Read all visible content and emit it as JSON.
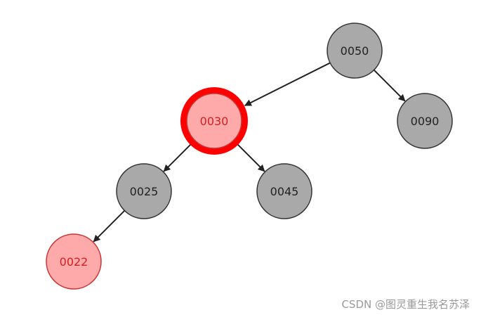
{
  "tree": {
    "nodes": [
      {
        "id": "0050",
        "label": "0050",
        "color": "black"
      },
      {
        "id": "0030",
        "label": "0030",
        "color": "red",
        "highlighted": true
      },
      {
        "id": "0090",
        "label": "0090",
        "color": "black"
      },
      {
        "id": "0025",
        "label": "0025",
        "color": "black"
      },
      {
        "id": "0045",
        "label": "0045",
        "color": "black"
      },
      {
        "id": "0022",
        "label": "0022",
        "color": "red"
      }
    ],
    "edges": [
      {
        "from": "0050",
        "to": "0030"
      },
      {
        "from": "0050",
        "to": "0090"
      },
      {
        "from": "0030",
        "to": "0025"
      },
      {
        "from": "0030",
        "to": "0045"
      },
      {
        "from": "0025",
        "to": "0022"
      }
    ]
  },
  "colors": {
    "black_node_fill": "#a9a9a9",
    "black_node_text": "#222222",
    "red_node_fill": "#ffaaaa",
    "red_node_stroke": "#cc3333",
    "red_node_text": "#cc2222",
    "highlight_ring": "#ff0000",
    "edge": "#222222",
    "node_stroke": "#333333"
  },
  "watermark": {
    "text": "CSDN @图灵重生我名苏泽"
  }
}
